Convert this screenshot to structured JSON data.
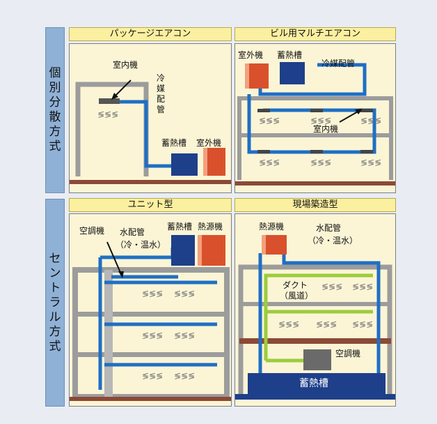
{
  "rows": {
    "individual": "個別分散方式",
    "central": "セントラル方式"
  },
  "panels": {
    "package": {
      "title": "パッケージエアコン",
      "indoor_unit": "室内機",
      "refrigerant_pipe": "冷媒配管",
      "thermal_tank": "蓄熱槽",
      "outdoor_unit": "室外機"
    },
    "multi": {
      "title": "ビル用マルチエアコン",
      "outdoor_unit": "室外機",
      "thermal_tank": "蓄熱槽",
      "refrigerant_pipe": "冷媒配管",
      "indoor_unit": "室内機"
    },
    "unit": {
      "title": "ユニット型",
      "ahu": "空調機",
      "water_pipe": "水配管",
      "water_pipe_note": "（冷・温水）",
      "thermal_tank": "蓄熱槽",
      "heat_source": "熱源機"
    },
    "site": {
      "title": "現場築造型",
      "heat_source": "熱源機",
      "water_pipe": "水配管",
      "water_pipe_note": "（冷・温水）",
      "duct": "ダクト",
      "duct_note": "（風道）",
      "ahu": "空調機",
      "thermal_tank": "蓄熱槽"
    }
  },
  "airflow_symbol": "≶≶≶",
  "colors": {
    "label_bg": "#8fb1d6",
    "title_bg": "#fbf0a0",
    "panel_bg": "#fbf5d6",
    "pipe_blue": "#1f6fc4",
    "duct_green": "#9ccc3c",
    "tank_navy": "#1e3f8a",
    "outdoor_red": "#d9512c",
    "floor_brown": "#8b4a36",
    "building_gray": "#9c9c9c"
  }
}
